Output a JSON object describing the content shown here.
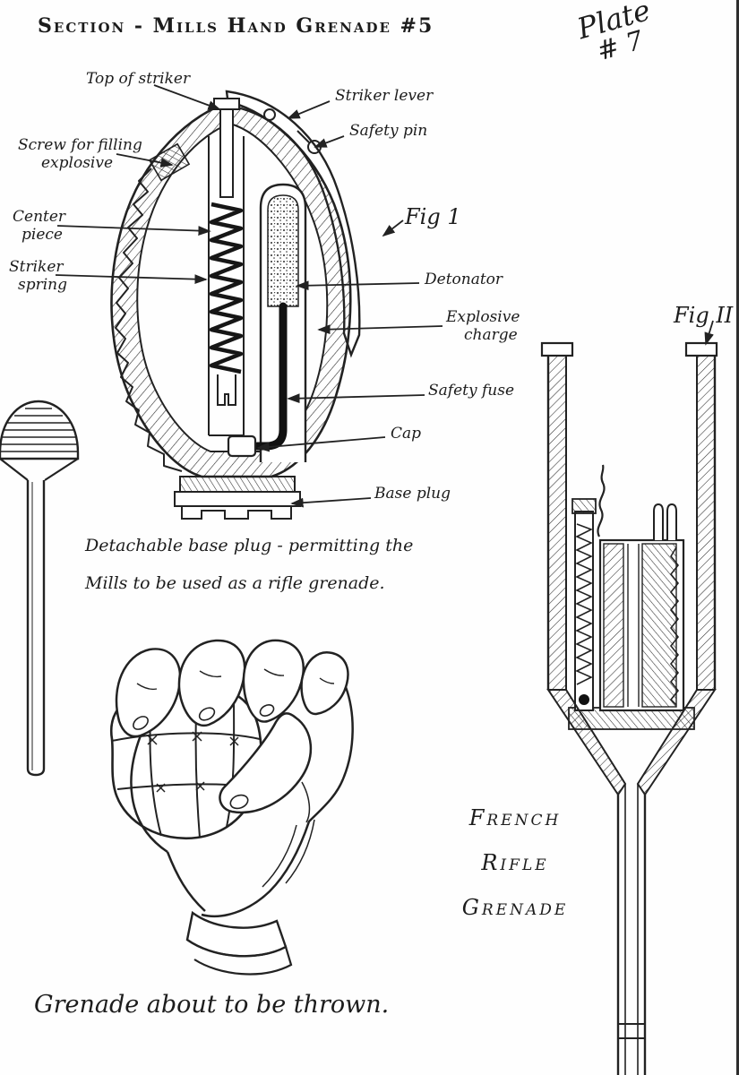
{
  "header": {
    "title": "Section - Mills Hand Grenade #5",
    "plate_line1": "Plate",
    "plate_line2": "# 7"
  },
  "fig1": {
    "label": "Fig 1",
    "labels": {
      "top_of_striker": "Top of striker",
      "striker_lever": "Striker lever",
      "safety_pin": "Safety pin",
      "screw_filling_1": "Screw for filling",
      "screw_filling_2": "explosive",
      "center_piece_1": "Center",
      "center_piece_2": "piece",
      "striker_spring_1": "Striker",
      "striker_spring_2": "spring",
      "detonator": "Detonator",
      "explosive_charge_1": "Explosive",
      "explosive_charge_2": "charge",
      "safety_fuse": "Safety fuse",
      "cap": "Cap",
      "base_plug": "Base plug"
    },
    "caption_1": "Detachable base plug - permitting the",
    "caption_2": "Mills to be used as a rifle grenade."
  },
  "fig2": {
    "label": "Fig II",
    "title_1": "French",
    "title_2": "Rifle",
    "title_3": "Grenade"
  },
  "footer": {
    "caption": "Grenade about to be thrown."
  },
  "colors": {
    "ink": "#1c1c1c",
    "paper": "#fefefe"
  }
}
